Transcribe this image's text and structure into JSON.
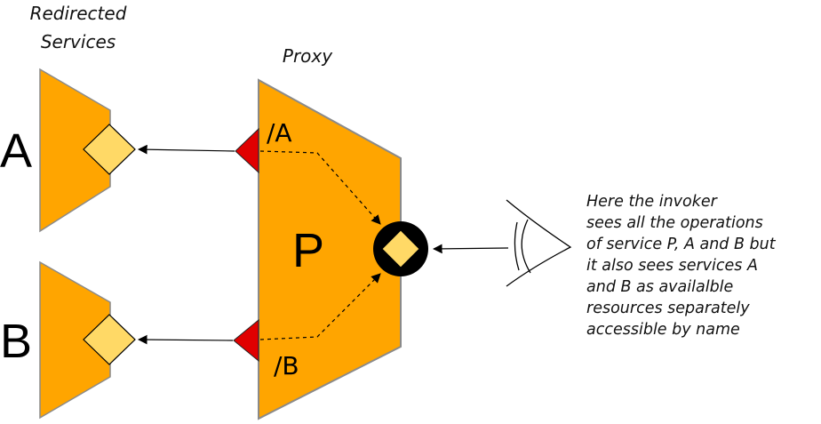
{
  "labels": {
    "redirected_line1": "Redirected",
    "redirected_line2": "Services",
    "proxy": "Proxy",
    "service_a": "A",
    "service_b": "B",
    "proxy_name": "P",
    "route_a": "/A",
    "route_b": "/B"
  },
  "note_lines": [
    "Here the invoker",
    "sees all the operations",
    "of service P, A and B but",
    "it also sees services A",
    "and B as availalble",
    "resources separately",
    "accessible by name"
  ],
  "colors": {
    "service_fill": "#FFA500",
    "service_stroke": "#8a8a8a",
    "port_fill": "#FFD966",
    "route_port_fill": "#E00000",
    "endpoint_ring": "#000000"
  }
}
